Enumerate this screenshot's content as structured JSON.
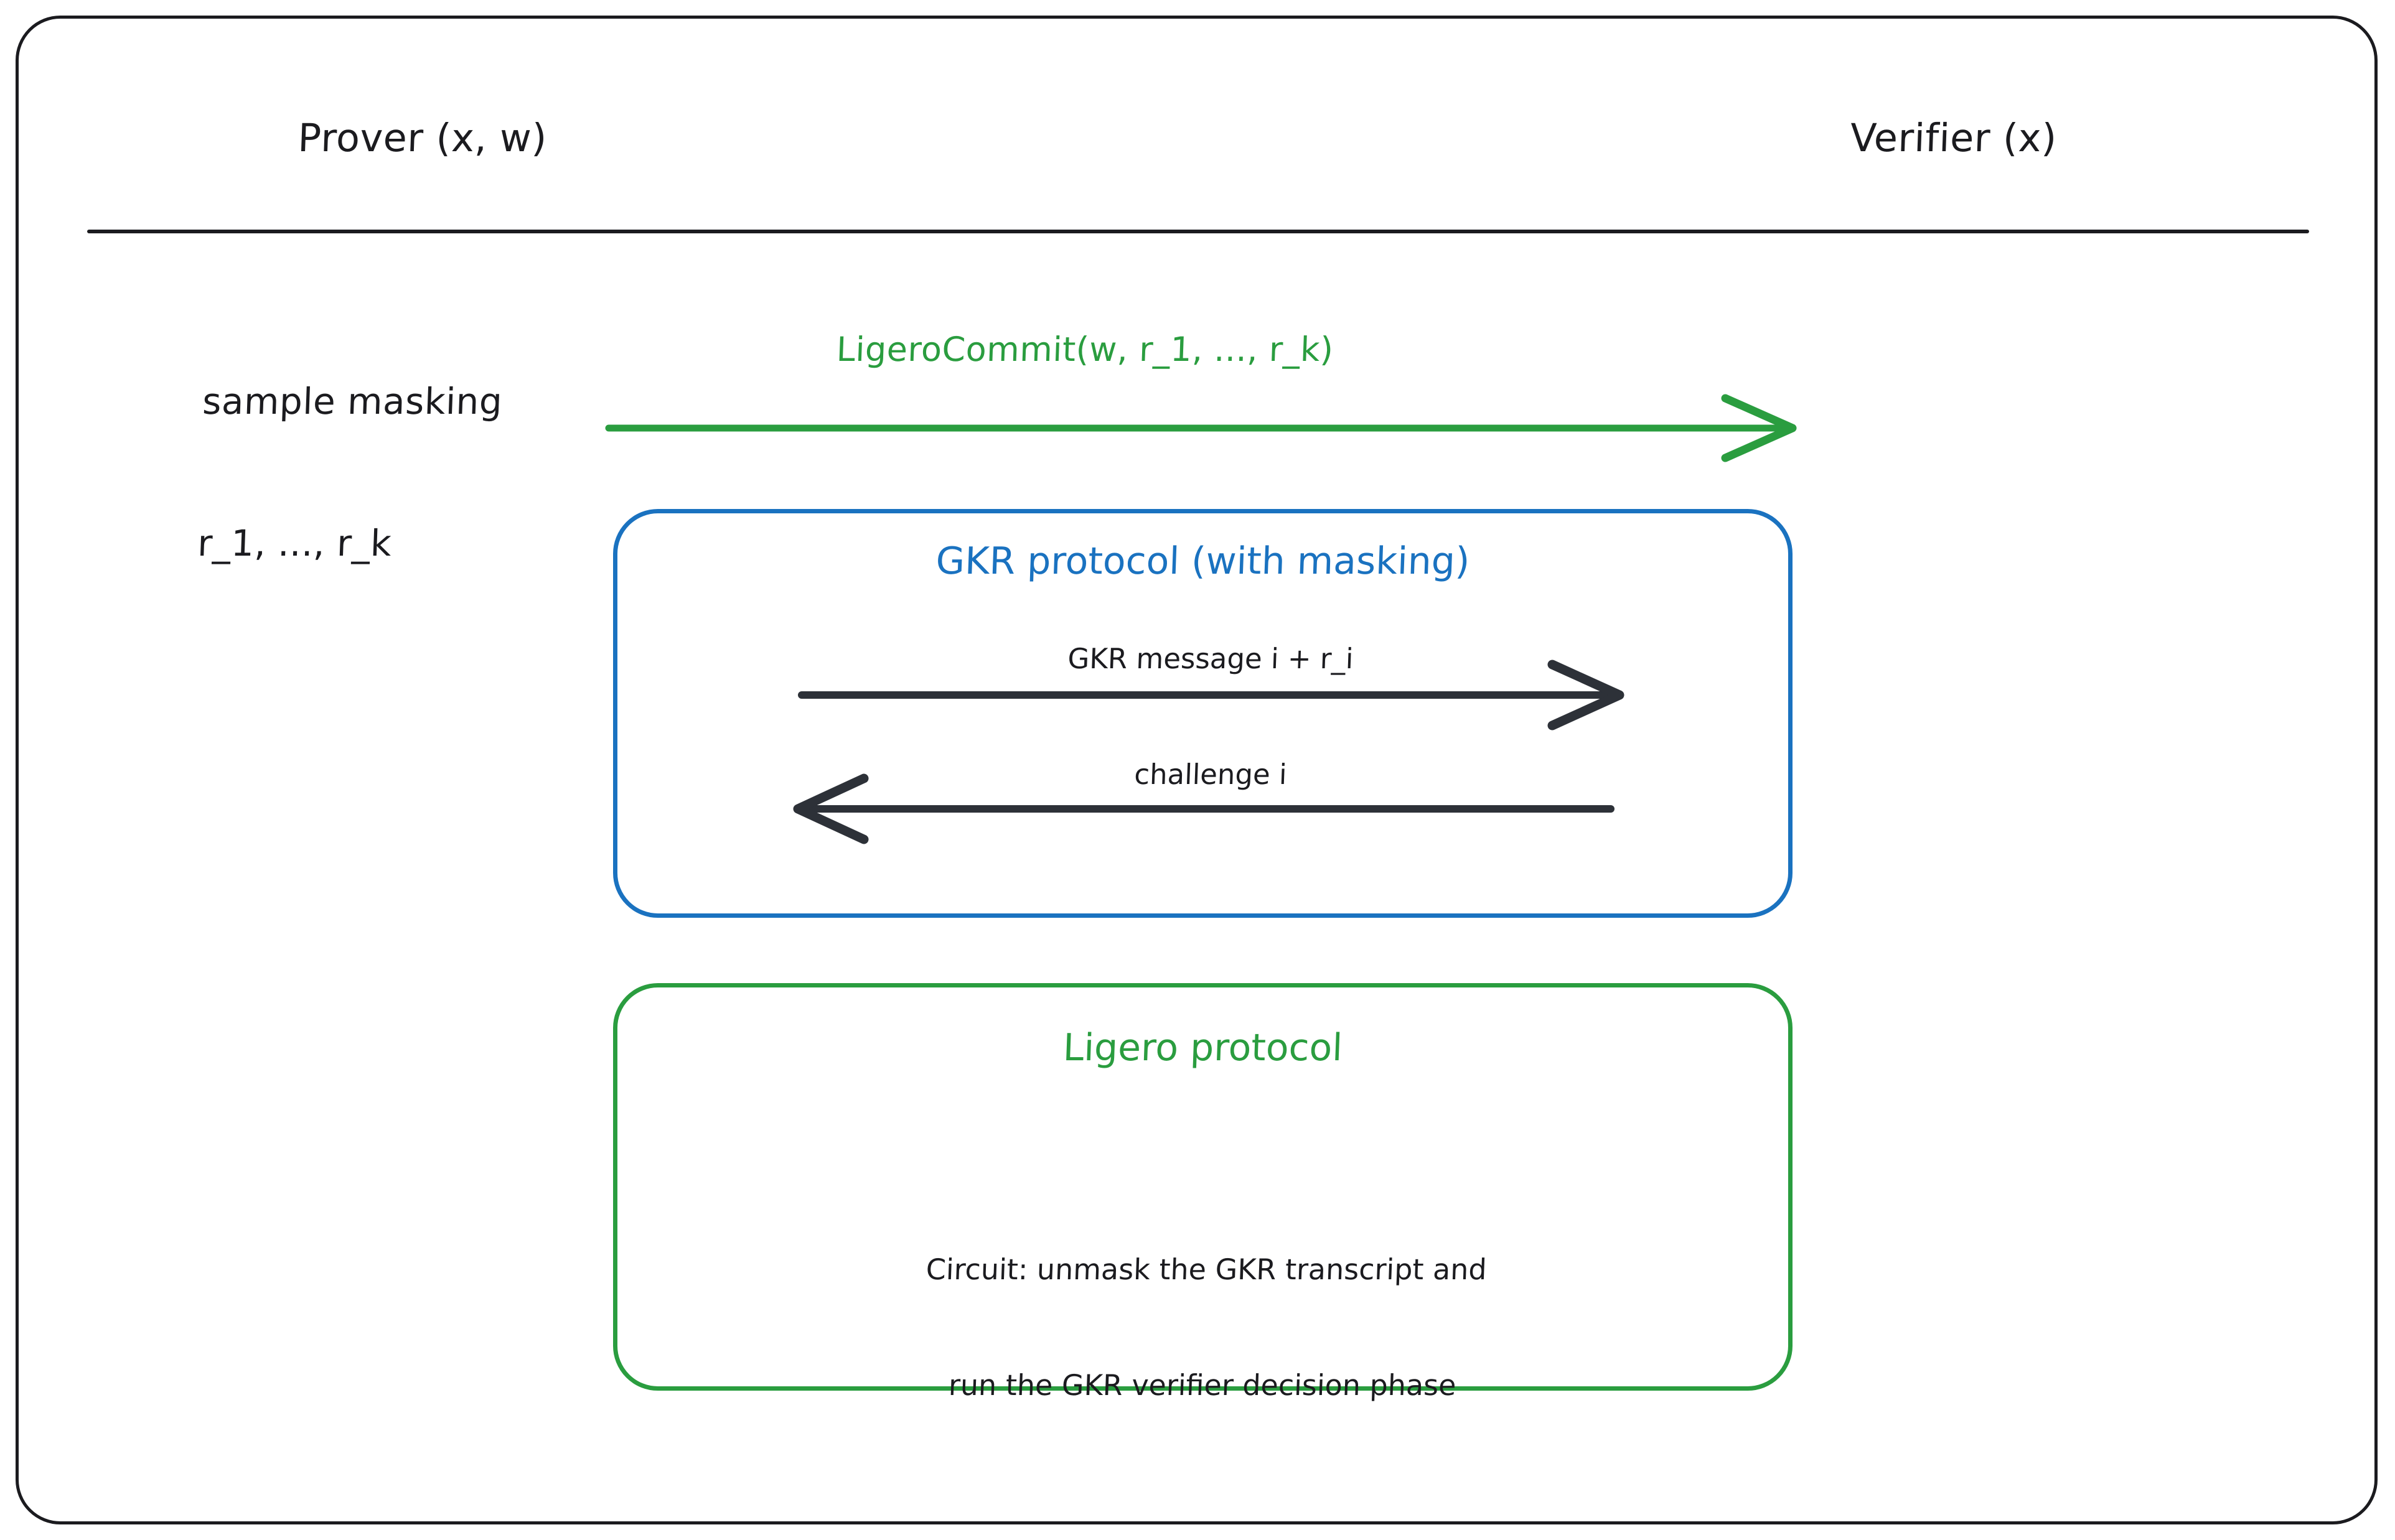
{
  "diagram": {
    "title_roles": {
      "prover": "Prover (x, w)",
      "verifier": "Verifier (x)"
    },
    "prover_note": {
      "line1": "sample masking",
      "line2": "r_1, ..., r_k"
    },
    "commit_message": {
      "label": "LigeroCommit(w, r_1, ..., r_k)",
      "direction": "prover-to-verifier",
      "color": "#2a9d3f"
    },
    "gkr_box": {
      "title": "GKR protocol (with masking)",
      "color": "#1a72c0",
      "messages": [
        {
          "label": "GKR message i + r_i",
          "direction": "prover-to-verifier"
        },
        {
          "label": "challenge i",
          "direction": "verifier-to-prover"
        }
      ]
    },
    "ligero_box": {
      "title": "Ligero protocol",
      "color": "#2a9d3f",
      "description": {
        "line1": "Circuit: unmask the GKR transcript and",
        "line2": "run the GKR verifier decision phase"
      }
    },
    "colors": {
      "ink": "#1b1b1f",
      "green": "#2a9d3f",
      "blue": "#1a72c0",
      "background": "#ffffff"
    }
  }
}
